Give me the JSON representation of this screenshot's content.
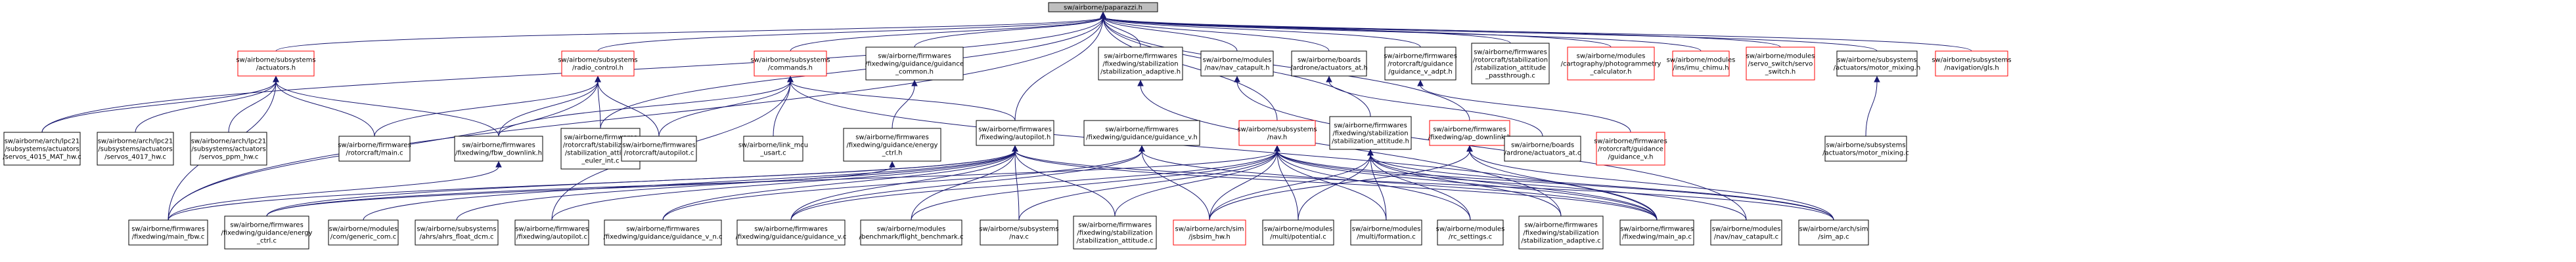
{
  "graph": {
    "colors": {
      "edge": "#191970",
      "border_normal": "#000000",
      "border_missing": "#ff0000",
      "root_fill": "#bfbfbf"
    },
    "root": "n0",
    "nodes": [
      {
        "id": "n0",
        "label": [
          "sw/airborne/paparazzi.h"
        ],
        "style": "root"
      },
      {
        "id": "n1",
        "label": [
          "sw/airborne/subsystems",
          "/actuators.h"
        ],
        "style": "missing"
      },
      {
        "id": "n2",
        "label": [
          "sw/airborne/subsystems",
          "/radio_control.h"
        ],
        "style": "missing"
      },
      {
        "id": "n3",
        "label": [
          "sw/airborne/subsystems",
          "/commands.h"
        ],
        "style": "missing"
      },
      {
        "id": "n4",
        "label": [
          "sw/airborne/firmwares",
          "/fixedwing/guidance/guidance",
          "_common.h"
        ],
        "style": "normal"
      },
      {
        "id": "n5",
        "label": [
          "sw/airborne/firmwares",
          "/fixedwing/stabilization",
          "/stabilization_adaptive.h"
        ],
        "style": "normal"
      },
      {
        "id": "n6",
        "label": [
          "sw/airborne/modules",
          "/nav/nav_catapult.h"
        ],
        "style": "normal"
      },
      {
        "id": "n7",
        "label": [
          "sw/airborne/boards",
          "/ardrone/actuators_at.h"
        ],
        "style": "normal"
      },
      {
        "id": "n8",
        "label": [
          "sw/airborne/firmwares",
          "/rotorcraft/guidance",
          "/guidance_v_adpt.h"
        ],
        "style": "normal"
      },
      {
        "id": "n9",
        "label": [
          "sw/airborne/firmwares",
          "/rotorcraft/stabilization",
          "/stabilization_attitude",
          "_passthrough.c"
        ],
        "style": "normal"
      },
      {
        "id": "n10",
        "label": [
          "sw/airborne/modules",
          "/cartography/photogrammetry",
          "_calculator.h"
        ],
        "style": "missing"
      },
      {
        "id": "n11",
        "label": [
          "sw/airborne/modules",
          "/ins/imu_chimu.h"
        ],
        "style": "missing"
      },
      {
        "id": "n12",
        "label": [
          "sw/airborne/modules",
          "/servo_switch/servo",
          "_switch.h"
        ],
        "style": "missing"
      },
      {
        "id": "n13",
        "label": [
          "sw/airborne/subsystems",
          "/actuators/motor_mixing.h"
        ],
        "style": "normal"
      },
      {
        "id": "n14",
        "label": [
          "sw/airborne/subsystems",
          "/navigation/gls.h"
        ],
        "style": "missing"
      },
      {
        "id": "n15",
        "label": [
          "sw/airborne/arch/lpc21",
          "/subsystems/actuators",
          "/servos_4015_MAT_hw.c"
        ],
        "style": "normal"
      },
      {
        "id": "n16",
        "label": [
          "sw/airborne/arch/lpc21",
          "/subsystems/actuators",
          "/servos_4017_hw.c"
        ],
        "style": "normal"
      },
      {
        "id": "n17",
        "label": [
          "sw/airborne/arch/lpc21",
          "/subsystems/actuators",
          "/servos_ppm_hw.c"
        ],
        "style": "normal"
      },
      {
        "id": "n18",
        "label": [
          "sw/airborne/firmwares",
          "/rotorcraft/main.c"
        ],
        "style": "normal"
      },
      {
        "id": "n19",
        "label": [
          "sw/airborne/firmwares",
          "/fixedwing/fbw_downlink.h"
        ],
        "style": "normal"
      },
      {
        "id": "n20",
        "label": [
          "sw/airborne/firmwares",
          "/rotorcraft/stabilization",
          "/stabilization_attitude",
          "_euler_int.c"
        ],
        "style": "normal"
      },
      {
        "id": "n21",
        "label": [
          "sw/airborne/firmwares",
          "/rotorcraft/autopilot.c"
        ],
        "style": "normal"
      },
      {
        "id": "n22",
        "label": [
          "sw/airborne/link_mcu",
          "_usart.c"
        ],
        "style": "normal"
      },
      {
        "id": "n23",
        "label": [
          "sw/airborne/firmwares",
          "/fixedwing/guidance/energy",
          "_ctrl.h"
        ],
        "style": "normal"
      },
      {
        "id": "n24",
        "label": [
          "sw/airborne/firmwares",
          "/fixedwing/autopilot.h"
        ],
        "style": "normal"
      },
      {
        "id": "n25",
        "label": [
          "sw/airborne/firmwares",
          "/fixedwing/guidance/guidance_v.h"
        ],
        "style": "normal"
      },
      {
        "id": "n26",
        "label": [
          "sw/airborne/subsystems",
          "/nav.h"
        ],
        "style": "missing"
      },
      {
        "id": "n27",
        "label": [
          "sw/airborne/firmwares",
          "/fixedwing/stabilization",
          "/stabilization_attitude.h"
        ],
        "style": "normal"
      },
      {
        "id": "n28",
        "label": [
          "sw/airborne/firmwares",
          "/fixedwing/ap_downlink.h"
        ],
        "style": "missing"
      },
      {
        "id": "n29",
        "label": [
          "sw/airborne/boards",
          "/ardrone/actuators_at.c"
        ],
        "style": "normal"
      },
      {
        "id": "n30",
        "label": [
          "sw/airborne/firmwares",
          "/rotorcraft/guidance",
          "/guidance_v.h"
        ],
        "style": "missing"
      },
      {
        "id": "n31",
        "label": [
          "sw/airborne/subsystems",
          "/actuators/motor_mixing.c"
        ],
        "style": "normal"
      },
      {
        "id": "n32",
        "label": [
          "sw/airborne/firmwares",
          "/fixedwing/main_fbw.c"
        ],
        "style": "normal"
      },
      {
        "id": "n33",
        "label": [
          "sw/airborne/firmwares",
          "/fixedwing/guidance/energy",
          "_ctrl.c"
        ],
        "style": "normal"
      },
      {
        "id": "n34",
        "label": [
          "sw/airborne/modules",
          "/com/generic_com.c"
        ],
        "style": "normal"
      },
      {
        "id": "n35",
        "label": [
          "sw/airborne/subsystems",
          "/ahrs/ahrs_float_dcm.c"
        ],
        "style": "normal"
      },
      {
        "id": "n36",
        "label": [
          "sw/airborne/firmwares",
          "/fixedwing/autopilot.c"
        ],
        "style": "normal"
      },
      {
        "id": "n37",
        "label": [
          "sw/airborne/firmwares",
          "/fixedwing/guidance/guidance_v_n.c"
        ],
        "style": "normal"
      },
      {
        "id": "n38",
        "label": [
          "sw/airborne/firmwares",
          "/fixedwing/guidance/guidance_v.c"
        ],
        "style": "normal"
      },
      {
        "id": "n39",
        "label": [
          "sw/airborne/modules",
          "/benchmark/flight_benchmark.c"
        ],
        "style": "normal"
      },
      {
        "id": "n40",
        "label": [
          "sw/airborne/subsystems",
          "/nav.c"
        ],
        "style": "normal"
      },
      {
        "id": "n41",
        "label": [
          "sw/airborne/firmwares",
          "/fixedwing/stabilization",
          "/stabilization_attitude.c"
        ],
        "style": "normal"
      },
      {
        "id": "n42",
        "label": [
          "sw/airborne/arch/sim",
          "/jsbsim_hw.h"
        ],
        "style": "missing"
      },
      {
        "id": "n43",
        "label": [
          "sw/airborne/modules",
          "/multi/potential.c"
        ],
        "style": "normal"
      },
      {
        "id": "n44",
        "label": [
          "sw/airborne/modules",
          "/multi/formation.c"
        ],
        "style": "normal"
      },
      {
        "id": "n45",
        "label": [
          "sw/airborne/modules",
          "/rc_settings.c"
        ],
        "style": "normal"
      },
      {
        "id": "n46",
        "label": [
          "sw/airborne/firmwares",
          "/fixedwing/stabilization",
          "/stabilization_adaptive.c"
        ],
        "style": "normal"
      },
      {
        "id": "n47",
        "label": [
          "sw/airborne/firmwares",
          "/fixedwing/main_ap.c"
        ],
        "style": "normal"
      },
      {
        "id": "n48",
        "label": [
          "sw/airborne/modules",
          "/nav/nav_catapult.c"
        ],
        "style": "normal"
      },
      {
        "id": "n49",
        "label": [
          "sw/airborne/arch/sim",
          "/sim_ap.c"
        ],
        "style": "normal"
      }
    ],
    "edges": [
      [
        "n0",
        "n1"
      ],
      [
        "n0",
        "n2"
      ],
      [
        "n0",
        "n3"
      ],
      [
        "n0",
        "n4"
      ],
      [
        "n0",
        "n5"
      ],
      [
        "n0",
        "n6"
      ],
      [
        "n0",
        "n7"
      ],
      [
        "n0",
        "n8"
      ],
      [
        "n0",
        "n9"
      ],
      [
        "n0",
        "n10"
      ],
      [
        "n0",
        "n11"
      ],
      [
        "n0",
        "n12"
      ],
      [
        "n0",
        "n13"
      ],
      [
        "n0",
        "n14"
      ],
      [
        "n0",
        "n20"
      ],
      [
        "n0",
        "n24"
      ],
      [
        "n0",
        "n26"
      ],
      [
        "n0",
        "n27"
      ],
      [
        "n0",
        "n28"
      ],
      [
        "n0",
        "n32"
      ],
      [
        "n0",
        "n15"
      ],
      [
        "n1",
        "n15"
      ],
      [
        "n1",
        "n16"
      ],
      [
        "n1",
        "n17"
      ],
      [
        "n1",
        "n18"
      ],
      [
        "n1",
        "n19"
      ],
      [
        "n1",
        "n32"
      ],
      [
        "n2",
        "n18"
      ],
      [
        "n2",
        "n19"
      ],
      [
        "n2",
        "n20"
      ],
      [
        "n2",
        "n21"
      ],
      [
        "n2",
        "n32"
      ],
      [
        "n3",
        "n19"
      ],
      [
        "n3",
        "n21"
      ],
      [
        "n3",
        "n22"
      ],
      [
        "n3",
        "n24"
      ],
      [
        "n3",
        "n36"
      ],
      [
        "n3",
        "n47"
      ],
      [
        "n4",
        "n23"
      ],
      [
        "n5",
        "n46"
      ],
      [
        "n6",
        "n48"
      ],
      [
        "n7",
        "n29"
      ],
      [
        "n8",
        "n30"
      ],
      [
        "n13",
        "n31"
      ],
      [
        "n19",
        "n32"
      ],
      [
        "n23",
        "n33"
      ],
      [
        "n24",
        "n32"
      ],
      [
        "n24",
        "n33"
      ],
      [
        "n24",
        "n34"
      ],
      [
        "n24",
        "n35"
      ],
      [
        "n24",
        "n36"
      ],
      [
        "n24",
        "n37"
      ],
      [
        "n24",
        "n38"
      ],
      [
        "n24",
        "n39"
      ],
      [
        "n24",
        "n40"
      ],
      [
        "n24",
        "n41"
      ],
      [
        "n24",
        "n47"
      ],
      [
        "n24",
        "n49"
      ],
      [
        "n25",
        "n37"
      ],
      [
        "n25",
        "n38"
      ],
      [
        "n25",
        "n42"
      ],
      [
        "n25",
        "n47"
      ],
      [
        "n26",
        "n33"
      ],
      [
        "n26",
        "n38"
      ],
      [
        "n26",
        "n39"
      ],
      [
        "n26",
        "n40"
      ],
      [
        "n26",
        "n41"
      ],
      [
        "n26",
        "n42"
      ],
      [
        "n26",
        "n43"
      ],
      [
        "n26",
        "n44"
      ],
      [
        "n26",
        "n45"
      ],
      [
        "n26",
        "n47"
      ],
      [
        "n26",
        "n48"
      ],
      [
        "n26",
        "n49"
      ],
      [
        "n27",
        "n42"
      ],
      [
        "n27",
        "n43"
      ],
      [
        "n27",
        "n44"
      ],
      [
        "n27",
        "n45"
      ],
      [
        "n27",
        "n46"
      ],
      [
        "n27",
        "n47"
      ],
      [
        "n27",
        "n49"
      ],
      [
        "n28",
        "n42"
      ],
      [
        "n28",
        "n47"
      ],
      [
        "n28",
        "n49"
      ]
    ]
  }
}
